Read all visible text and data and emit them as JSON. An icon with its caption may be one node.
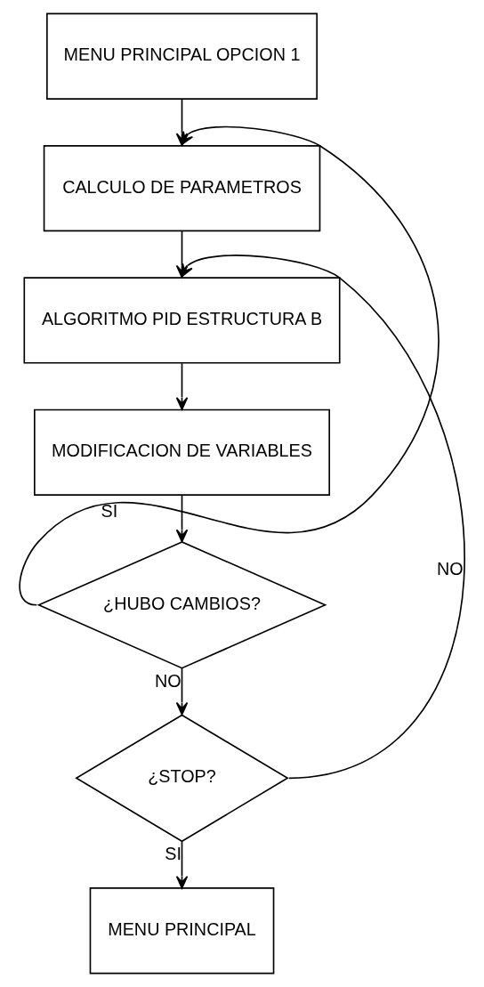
{
  "diagram": {
    "nodes": [
      {
        "text": [
          "MENU PRINCIPAL OPCION 1"
        ]
      },
      {
        "text": [
          "CALCULO DE PARAMETROS"
        ]
      },
      {
        "text": [
          "ALGORITMO PID ESTRUCTURA B"
        ]
      },
      {
        "text": [
          "MODIFICACION DE VARIABLES"
        ]
      },
      {
        "text": [
          "¿HUBO CAMBIOS?"
        ]
      },
      {
        "text": [
          "¿STOP?"
        ]
      },
      {
        "text": [
          "MENU PRINCIPAL"
        ]
      }
    ],
    "edges": [
      {
        "from": 0,
        "to": 1,
        "arrow": "to"
      },
      {
        "from": 1,
        "to": 2,
        "arrow": "to"
      },
      {
        "from": 2,
        "to": 3,
        "arrow": "to"
      },
      {
        "from": 3,
        "to": 4,
        "arrow": "to"
      },
      {
        "from": 4,
        "to": 1,
        "arrow": "to",
        "label": "SI"
      },
      {
        "from": 4,
        "to": 5,
        "arrow": "to",
        "label": "NO"
      },
      {
        "from": 5,
        "to": 2,
        "arrow": "to",
        "label": "NO"
      },
      {
        "from": 5,
        "to": 6,
        "arrow": "to",
        "label": "SI"
      }
    ]
  }
}
